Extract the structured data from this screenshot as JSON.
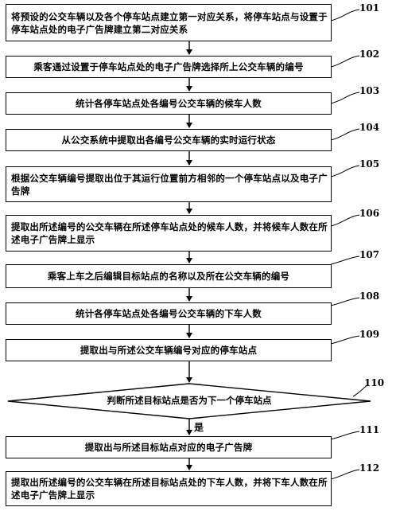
{
  "steps": [
    {
      "id": "101",
      "text": "将预设的公交车辆以及各个停车站点建立第一对应关系，将停车站点与设置于停车站点处的电子广告牌建立第二对应关系"
    },
    {
      "id": "102",
      "text": "乘客通过设置于停车站点处的电子广告牌选择所上公交车辆的编号"
    },
    {
      "id": "103",
      "text": "统计各停车站点处各编号公交车辆的候车人数"
    },
    {
      "id": "104",
      "text": "从公交系统中提取出各编号公交车辆的实时运行状态"
    },
    {
      "id": "105",
      "text": "根据公交车辆编号提取出位于其运行位置前方相邻的一个停车站点以及电子广告牌"
    },
    {
      "id": "106",
      "text": "提取出所述编号的公交车辆在所述停车站点处的候车人数，并将候车人数在所述电子广告牌上显示"
    },
    {
      "id": "107",
      "text": "乘客上车之后编辑目标站点的名称以及所在公交车辆的编号"
    },
    {
      "id": "108",
      "text": "统计各停车站点处各编号公交车辆的下车人数"
    },
    {
      "id": "109",
      "text": "提取出与所述公交车辆编号对应的停车站点"
    },
    {
      "id": "110",
      "text": "判断所述目标站点是否为下一个停车站点"
    },
    {
      "id": "111",
      "text": "提取出与所述目标站点对应的电子广告牌"
    },
    {
      "id": "112",
      "text": "提取出所述编号的公交车辆在所述目标站点处的下车人数，并将下车人数在所述电子广告牌上显示"
    }
  ],
  "yes_label": "是"
}
